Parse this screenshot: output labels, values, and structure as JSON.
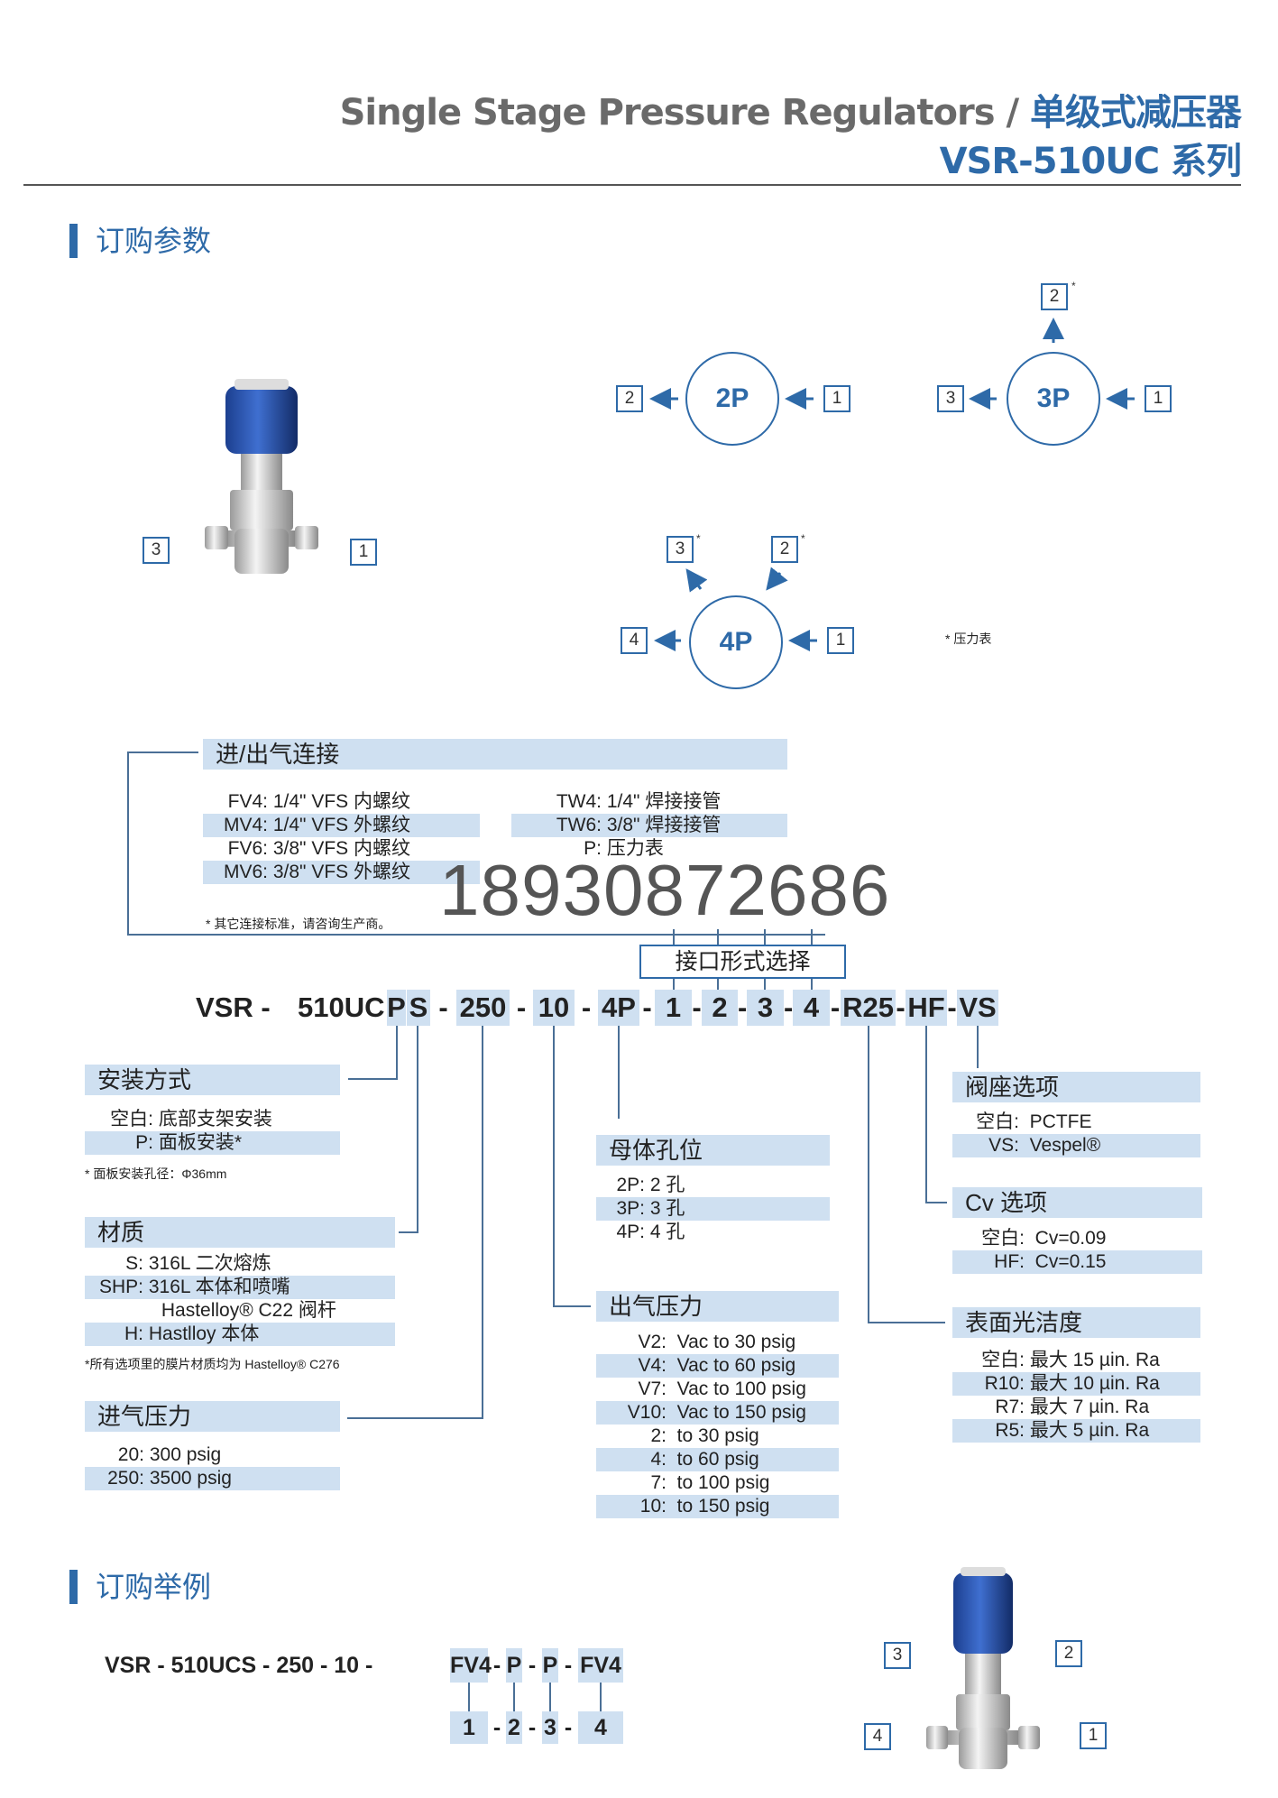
{
  "header": {
    "title_en": "Single Stage Pressure Regulators / ",
    "title_cn": "单级式减压器",
    "series": "VSR-510UC 系列"
  },
  "sections": {
    "ordering_params": "订购参数",
    "ordering_example": "订购举例"
  },
  "port_diagrams": {
    "regulator_labels": [
      "3",
      "1"
    ],
    "p2": {
      "label": "2P",
      "ports": [
        "2",
        "1"
      ]
    },
    "p3": {
      "label": "3P",
      "ports": [
        "3",
        "1",
        "2"
      ],
      "star": "*"
    },
    "p4": {
      "label": "4P",
      "ports": [
        "4",
        "1",
        "3",
        "2"
      ],
      "star": "*"
    },
    "gauge_note": "* 压力表"
  },
  "connection": {
    "heading": "进/出气连接",
    "left": [
      {
        "key": "FV4:",
        "value": "1/4\" VFS 内螺纹"
      },
      {
        "key": "MV4:",
        "value": "1/4\" VFS 外螺纹"
      },
      {
        "key": "FV6:",
        "value": "3/8\" VFS 内螺纹"
      },
      {
        "key": "MV6:",
        "value": "3/8\" VFS 外螺纹"
      }
    ],
    "right": [
      {
        "key": "TW4:",
        "value": "1/4\" 焊接接管"
      },
      {
        "key": "TW6:",
        "value": "3/8\" 焊接接管"
      },
      {
        "key": "P:",
        "value": "压力表"
      }
    ],
    "note": "* 其它连接标准，请咨询生产商。"
  },
  "phone": "18930872686",
  "port_choice": "接口形式选择",
  "code": [
    "VSR -",
    "510UC",
    "P",
    "S",
    "-",
    "250",
    "-",
    "10",
    "-",
    "4P",
    "-",
    "1",
    "-",
    "2",
    "-",
    "3",
    "-",
    "4",
    "-",
    "R25",
    "-",
    "HF",
    "-",
    "VS"
  ],
  "mounting": {
    "heading": "安装方式",
    "items": [
      {
        "key": "空白:",
        "value": "底部支架安装"
      },
      {
        "key": "P:",
        "value": "面板安装*"
      }
    ],
    "note": "* 面板安装孔径：Φ36mm"
  },
  "material": {
    "heading": "材质",
    "items": [
      {
        "key": "S:",
        "value": "316L 二次熔炼"
      },
      {
        "key": "SHP:",
        "value": "316L 本体和喷嘴"
      },
      {
        "key": "",
        "value": "Hastelloy® C22 阀杆"
      },
      {
        "key": "H:",
        "value": "Hastlloy 本体"
      }
    ],
    "note": "*所有选项里的膜片材质均为 Hastelloy® C276"
  },
  "inlet_pressure": {
    "heading": "进气压力",
    "items": [
      {
        "key": "20:",
        "value": "300 psig"
      },
      {
        "key": "250:",
        "value": "3500 psig"
      }
    ]
  },
  "body_ports": {
    "heading": "母体孔位",
    "items": [
      {
        "key": "2P:",
        "value": "2 孔"
      },
      {
        "key": "3P:",
        "value": "3 孔"
      },
      {
        "key": "4P:",
        "value": "4 孔"
      }
    ]
  },
  "outlet_pressure": {
    "heading": "出气压力",
    "items": [
      {
        "key": "V2:",
        "value": "Vac to 30 psig"
      },
      {
        "key": "V4:",
        "value": "Vac to 60 psig"
      },
      {
        "key": "V7:",
        "value": "Vac to 100 psig"
      },
      {
        "key": "V10:",
        "value": "Vac to 150 psig"
      },
      {
        "key": "2:",
        "value": "to 30 psig"
      },
      {
        "key": "4:",
        "value": "to 60 psig"
      },
      {
        "key": "7:",
        "value": "to 100 psig"
      },
      {
        "key": "10:",
        "value": "to 150 psig"
      }
    ]
  },
  "seat": {
    "heading": "阀座选项",
    "items": [
      {
        "key": "空白:",
        "value": "PCTFE"
      },
      {
        "key": "VS:",
        "value": "Vespel®"
      }
    ]
  },
  "cv": {
    "heading": "Cv 选项",
    "items": [
      {
        "key": "空白:",
        "value": "Cv=0.09"
      },
      {
        "key": "HF:",
        "value": "Cv=0.15"
      }
    ]
  },
  "finish": {
    "heading": "表面光洁度",
    "items": [
      {
        "key": "空白:",
        "value": "最大 15 µin. Ra"
      },
      {
        "key": "R10:",
        "value": "最大 10 µin. Ra"
      },
      {
        "key": "R7:",
        "value": "最大 7 µin. Ra"
      },
      {
        "key": "R5:",
        "value": "最大 5 µin. Ra"
      }
    ]
  },
  "example": {
    "code": [
      "VSR -  510UCS - 250 - 10 -",
      "FV4",
      "-",
      "P",
      "-",
      "P",
      "-",
      "FV4"
    ],
    "ports": [
      "1",
      "-",
      "2",
      "-",
      "3",
      "-",
      "4"
    ],
    "image_labels": [
      "3",
      "2",
      "4",
      "1"
    ]
  },
  "colors": {
    "accent": "#2e6aa8",
    "highlight": "#cfe0f1",
    "title_gray": "#6a6a6a"
  }
}
